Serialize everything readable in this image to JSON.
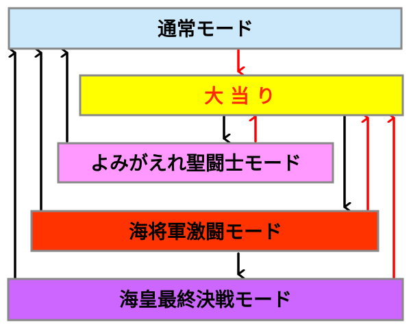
{
  "colors": {
    "normal_fill": "#cce9fb",
    "jackpot_fill": "#ffff00",
    "jackpot_text": "#ff2a00",
    "yomigaere_fill": "#ff99ff",
    "kaisho_fill": "#ff3300",
    "kaiou_fill": "#cc66ff",
    "border": "#888888",
    "arrow_black": "#000000",
    "arrow_red": "#ff0000"
  },
  "boxes": {
    "normal": {
      "label": "通常モード"
    },
    "jackpot": {
      "label": "大 当 り"
    },
    "yomigaere": {
      "label": "よみがえれ聖闘士モード"
    },
    "kaisho": {
      "label": "海将軍激闘モード"
    },
    "kaiou": {
      "label": "海皇最終決戦モード"
    }
  }
}
